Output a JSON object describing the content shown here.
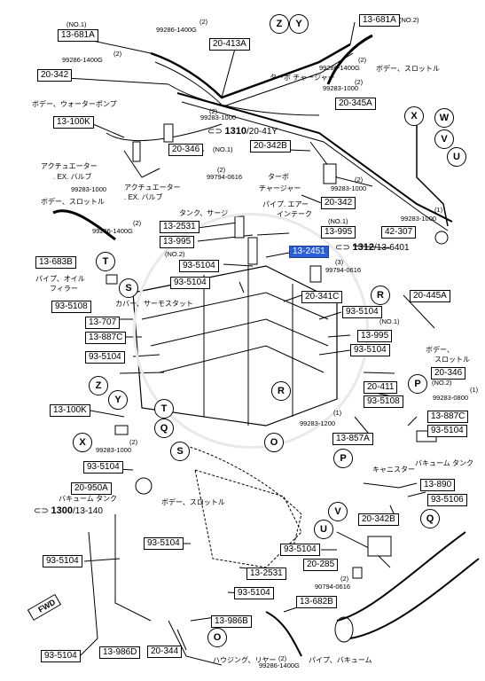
{
  "part_codes": {
    "p13_681A_l": "13-681A",
    "p20_413A": "20-413A",
    "p13_681A_r": "13-681A",
    "p20_342_tl": "20-342",
    "p20_345A": "20-345A",
    "p13_100K_t": "13-100K",
    "p20_346_t": "20-346",
    "p20_342B_t": "20-342B",
    "p20_342_m": "20-342",
    "p13_2531_t": "13-2531",
    "p13_995_t1": "13-995",
    "p13_995_t2": "13-995",
    "p42_307": "42-307",
    "p13_683B": "13-683B",
    "p13_2451": "13-2451",
    "p93_5104_a": "93-5104",
    "p93_5104_b": "93-5104",
    "p20_341C": "20-341C",
    "p20_445A": "20-445A",
    "p93_5108_l": "93-5108",
    "p13_707": "13-707",
    "p13_887C_l": "13-887C",
    "p93_5104_c": "93-5104",
    "p93_5104_d": "93-5104",
    "p13_995_r": "13-995",
    "p93_5104_e": "93-5104",
    "p20_346_r": "20-346",
    "p20_411": "20-411",
    "p93_5108_r": "93-5108",
    "p13_100K_b": "13-100K",
    "p13_887C_r": "13-887C",
    "p93_5104_f": "93-5104",
    "p13_857A": "13-857A",
    "p93_5104_g": "93-5104",
    "p20_950A": "20-950A",
    "p13_890": "13-890",
    "p93_5106": "93-5106",
    "p20_342B_b": "20-342B",
    "p93_5104_h": "93-5104",
    "p93_5104_i": "93-5104",
    "p93_5104_j": "93-5104",
    "p20_285": "20-285",
    "p13_2531_b": "13-2531",
    "p93_5104_k": "93-5104",
    "p13_682B": "13-682B",
    "p13_986B": "13-986B",
    "p93_5104_l": "93-5104",
    "p13_986D": "13-986D",
    "p20_344": "20-344"
  },
  "references": {
    "r1310": "1310",
    "r1310_sub": "/20-41Y",
    "r1312": "1312",
    "r1312_sub": "/13-6401",
    "r1300": "1300",
    "r1300_sub": "/13-140"
  },
  "small_labels": {
    "no1_a": "(NO.1)",
    "no2_a": "(NO.2)",
    "n2_a": "(2)",
    "s99286_1400G_a": "99286-1400G",
    "s99286_1400G_b": "99286-1400G",
    "n2_b": "(2)",
    "n2_c": "(2)",
    "s99286_1400G_c": "99286-1400G",
    "n2_d": "(2)",
    "s99283_1000_a": "99283-1000",
    "n2_e": "(2)",
    "s99283_1000_b": "99283-1000",
    "no1_b": "(NO.1)",
    "n2_f": "(2)",
    "s99794_0616_a": "99794-0616",
    "s99283_1000_c": "99283-1000",
    "n2_g": "(2)",
    "s99283_1000_d": "99283-1000",
    "n1_a": "(1)",
    "s99283_1000_e": "99283-1000",
    "n2_h": "(2)",
    "s99286_1400G_d": "99286-1400G",
    "no1_c": "(NO.1)",
    "no2_b": "(NO.2)",
    "n3_a": "(3)",
    "s99794_0616_b": "99794-0616",
    "no1_d": "(NO.1)",
    "no2_c": "(NO.2)",
    "n1_b": "(1)",
    "s99283_0800": "99283-0800",
    "n1_c": "(1)",
    "s99283_1200": "99283-1200",
    "n2_i": "(2)",
    "s99283_1000_f": "99283-1000",
    "n2_j": "(2)",
    "s90794_0616": "90794-0616",
    "s99286_1400G_e": "99286-1400G",
    "n2_k": "(2)"
  },
  "japanese_labels": {
    "j1": "ボデー、スロットル",
    "j2": "ターボ チャージャー",
    "j3": "ボデー、ウォーターポンプ",
    "j4": "アクチュエーター",
    "j5": ". EX. バルブ",
    "j6": "アクチュエーター",
    "j7": ". EX. バルブ",
    "j8": "タンク、サージ",
    "j9": "ターボ",
    "j10": "チャージャー",
    "j11": "パイプ. エアー",
    "j12": "インテーク",
    "j13": "ボデー、スロットル",
    "j14": "パイプ、オイル",
    "j15": "フィラー",
    "j16": "カバー、サーモスタット",
    "j17": "ボデー、",
    "j18": "スロットル",
    "j19": "キャニスター",
    "j20": "バキューム タンク",
    "j21": "バキューム タンク",
    "j22": "ボデー、スロットル",
    "j23": "ハウジング、リヤー",
    "j24": "パイプ、バキューム"
  },
  "callouts": [
    "Z",
    "Y",
    "X",
    "W",
    "V",
    "U",
    "T",
    "S",
    "R",
    "P",
    "Z",
    "Y",
    "X",
    "T",
    "Q",
    "O",
    "S",
    "R",
    "P",
    "O",
    "V",
    "U",
    "Q"
  ],
  "fwd_label": "FWD",
  "colors": {
    "highlight": "#2a5fd6",
    "ink": "#000000"
  }
}
